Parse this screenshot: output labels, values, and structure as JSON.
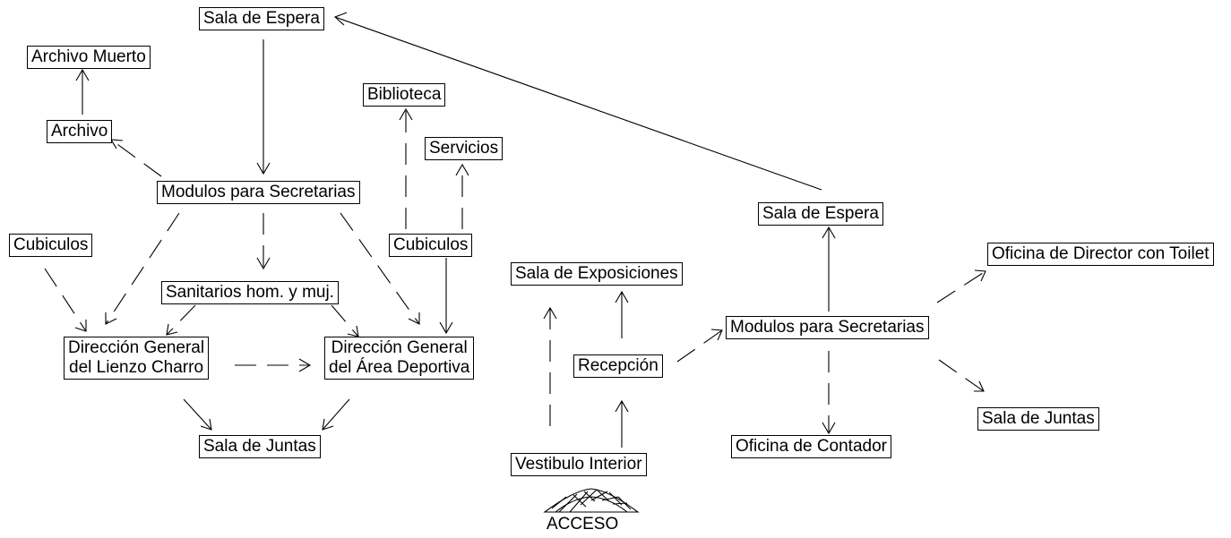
{
  "nodes": {
    "sala_espera_top": "Sala de Espera",
    "archivo_muerto": "Archivo Muerto",
    "archivo": "Archivo",
    "biblioteca": "Biblioteca",
    "servicios": "Servicios",
    "modulos_left": "Modulos para Secretarias",
    "cubiculos_left": "Cubiculos",
    "cubiculos_mid": "Cubiculos",
    "sanitarios": "Sanitarios hom. y muj.",
    "dir_lienzo": [
      "Dirección General",
      "del Lienzo Charro"
    ],
    "dir_deportiva": [
      "Dirección General",
      "del Área Deportiva"
    ],
    "sala_juntas_left": "Sala de Juntas",
    "sala_exposiciones": "Sala de Exposiciones",
    "recepcion": "Recepción",
    "vestibulo": "Vestibulo Interior",
    "acceso": "ACCESO",
    "sala_espera_right": "Sala de Espera",
    "modulos_right": "Modulos para Secretarias",
    "oficina_director": "Oficina de Director con Toilet",
    "sala_juntas_right": "Sala de Juntas",
    "oficina_contador": "Oficina de Contador"
  }
}
